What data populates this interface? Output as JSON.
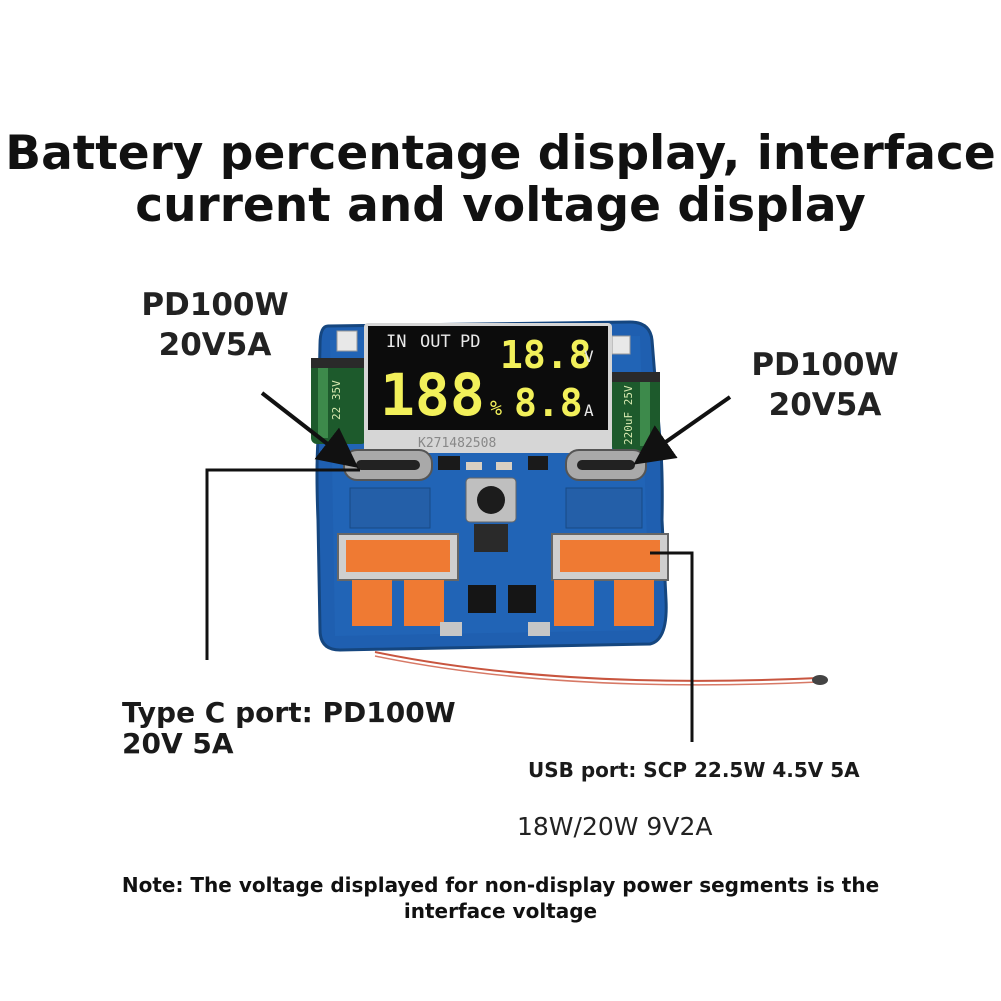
{
  "title": {
    "line1": "Battery percentage display, interface",
    "line2": "current and voltage display"
  },
  "left_port": {
    "line1": "PD100W",
    "line2": "20V5A"
  },
  "right_port": {
    "line1": "PD100W",
    "line2": "20V5A"
  },
  "display": {
    "label_in": "IN",
    "label_out": "OUT",
    "label_pd": "PD",
    "big_digits": "188",
    "percent_sign": "%",
    "voltage_digits": "18.8",
    "voltage_unit": "V",
    "current_digits": "8.8",
    "current_unit": "A",
    "serial": "K271482508"
  },
  "capacitors": {
    "left": "22 35V",
    "right": "220uF 25V"
  },
  "type_c_caption": {
    "line1": "Type C port: PD100W",
    "line2": "20V 5A"
  },
  "usb_caption": {
    "line1": "USB port: SCP 22.5W 4.5V 5A",
    "line2": "18W/20W 9V2A"
  },
  "note": {
    "line1": "Note: The voltage displayed for non-display power segments is the",
    "line2": "interface voltage"
  },
  "colors": {
    "pcb": "#1f5fb0",
    "lcd_bg": "#0c0c0c",
    "lcd_white": "#e9e9e9",
    "lcd_yellow": "#f2f05a",
    "usb_orange": "#ef7a33",
    "wire": "#c8553f"
  }
}
